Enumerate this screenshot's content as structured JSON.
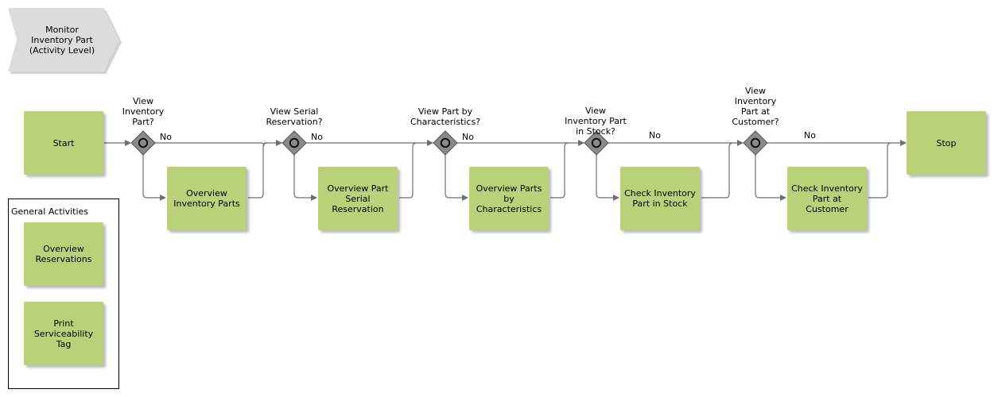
{
  "header": {
    "process_label": "Monitor\nInventory Part\n(Activity Level)"
  },
  "flow": {
    "start": "Start",
    "stop": "Stop",
    "no_label": "No",
    "gateways": [
      "View\nInventory\nPart?",
      "View Serial\nReservation?",
      "View Part by\nCharacteristics?",
      "View\nInventory Part\nin Stock?",
      "View\nInventory\nPart at\nCustomer?"
    ],
    "activities": [
      "Overview\nInventory Parts",
      "Overview Part\nSerial\nReservation",
      "Overview Parts\nby\nCharacteristics",
      "Check Inventory\nPart in Stock",
      "Check Inventory\nPart at\nCustomer"
    ]
  },
  "general": {
    "title": "General Activities",
    "items": [
      "Overview\nReservations",
      "Print\nServiceability\nTag"
    ]
  },
  "colors": {
    "activity_fill": "#b9d178",
    "gateway_fill": "#8a8a8a",
    "connector": "#6e6e6e",
    "process_fill": "#dcdcdc"
  }
}
